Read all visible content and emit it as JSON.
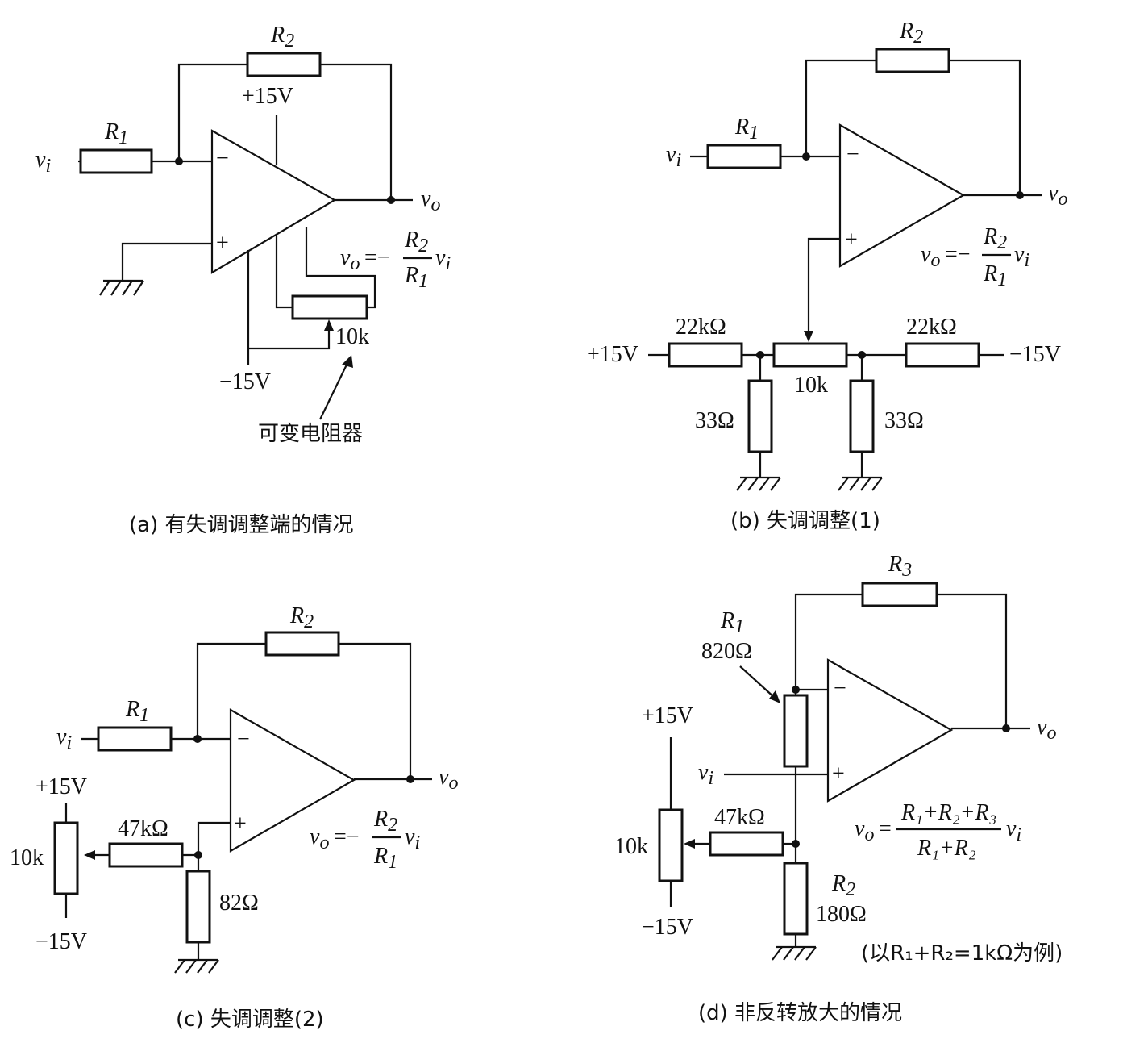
{
  "a": {
    "r1": "R",
    "r1_sub": "1",
    "r2": "R",
    "r2_sub": "2",
    "vi": "v",
    "vi_sub": "i",
    "vo": "v",
    "vo_sub": "o",
    "vplus": "+15V",
    "vminus": "−15V",
    "pot": "10k",
    "pot_note": "可变电阻器",
    "formula": {
      "lhs": "v",
      "lhs_sub": "o",
      "eq": "=−",
      "num": "R",
      "num_sub": "2",
      "den": "R",
      "den_sub": "1",
      "rhs": "v",
      "rhs_sub": "i"
    },
    "caption": "(a) 有失调调整端的情况"
  },
  "b": {
    "r1": "R",
    "r1_sub": "1",
    "r2": "R",
    "r2_sub": "2",
    "vi": "v",
    "vi_sub": "i",
    "vo": "v",
    "vo_sub": "o",
    "vplus": "+15V",
    "vminus": "−15V",
    "r_left": "22kΩ",
    "r_right": "22kΩ",
    "pot": "10k",
    "r_ground_left": "33Ω",
    "r_ground_right": "33Ω",
    "formula": {
      "lhs": "v",
      "lhs_sub": "o",
      "eq": "=−",
      "num": "R",
      "num_sub": "2",
      "den": "R",
      "den_sub": "1",
      "rhs": "v",
      "rhs_sub": "i"
    },
    "caption": "(b) 失调调整(1)"
  },
  "c": {
    "r1": "R",
    "r1_sub": "1",
    "r2": "R",
    "r2_sub": "2",
    "vi": "v",
    "vi_sub": "i",
    "vo": "v",
    "vo_sub": "o",
    "vplus": "+15V",
    "vminus": "−15V",
    "pot": "10k",
    "r_series": "47kΩ",
    "r_ground": "82Ω",
    "formula": {
      "lhs": "v",
      "lhs_sub": "o",
      "eq": "=−",
      "num": "R",
      "num_sub": "2",
      "den": "R",
      "den_sub": "1",
      "rhs": "v",
      "rhs_sub": "i"
    },
    "caption": "(c) 失调调整(2)"
  },
  "d": {
    "r1": "R",
    "r1_sub": "1",
    "r1_val": "820Ω",
    "r2": "R",
    "r2_sub": "2",
    "r2_val": "180Ω",
    "r3": "R",
    "r3_sub": "3",
    "vi": "v",
    "vi_sub": "i",
    "vo": "v",
    "vo_sub": "o",
    "vplus": "+15V",
    "vminus": "−15V",
    "pot": "10k",
    "r_series": "47kΩ",
    "formula": {
      "lhs": "v",
      "lhs_sub": "o",
      "eq": "=",
      "num": "R₁+R₂+R₃",
      "den": "R₁+R₂",
      "rhs": "v",
      "rhs_sub": "i"
    },
    "example_note": "(以R₁+R₂=1kΩ为例)",
    "caption": "(d) 非反转放大的情况"
  }
}
